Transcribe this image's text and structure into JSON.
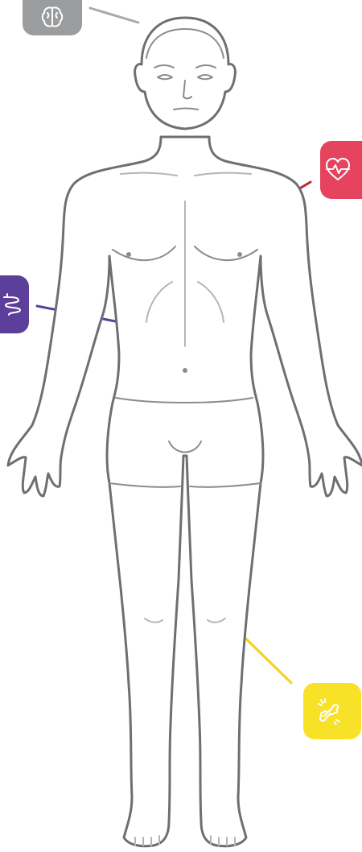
{
  "organ_markers": [
    {
      "id": "brain",
      "icon": "brain-icon",
      "color": "#9b9c9e",
      "line_color": "#a9aaac"
    },
    {
      "id": "heart",
      "icon": "heart-pulse-icon",
      "color": "#e5435e",
      "line_color": "#c1283a"
    },
    {
      "id": "digestive",
      "icon": "intestine-icon",
      "color": "#5b3f9b",
      "line_color": "#5b3f9b"
    },
    {
      "id": "bone",
      "icon": "bone-icon",
      "color": "#f7e227",
      "line_color": "#f2d21b"
    }
  ]
}
